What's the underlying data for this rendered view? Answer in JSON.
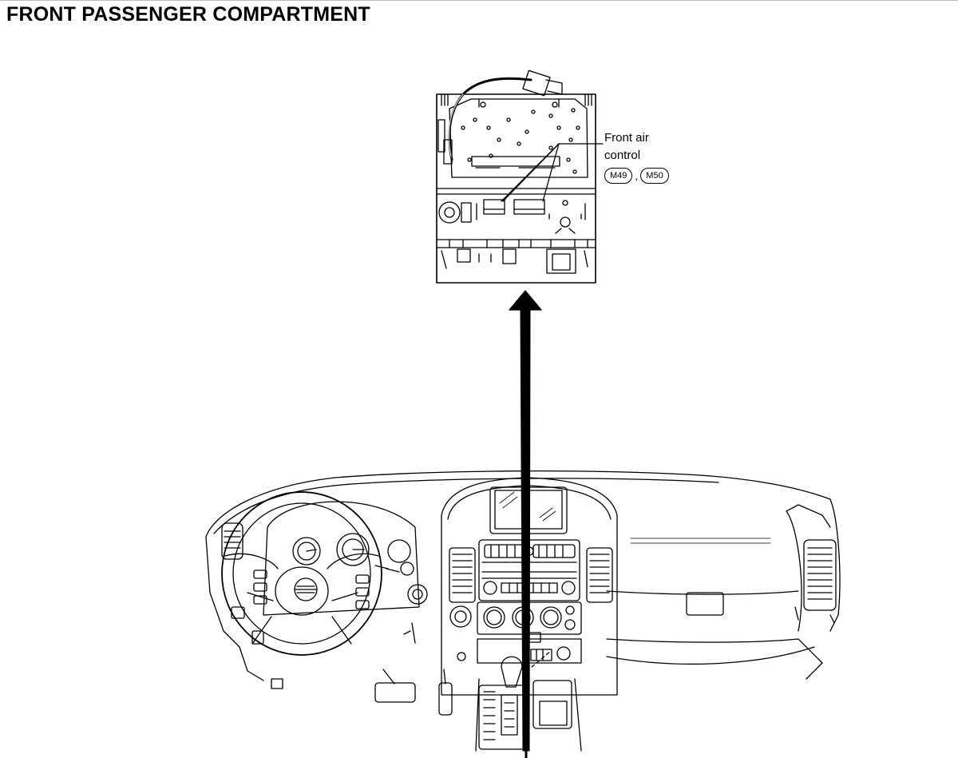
{
  "title": "FRONT PASSENGER COMPARTMENT",
  "callout": {
    "line1": "Front air",
    "line2": "control",
    "connectors": [
      "M49",
      "M50"
    ],
    "separator": ","
  }
}
